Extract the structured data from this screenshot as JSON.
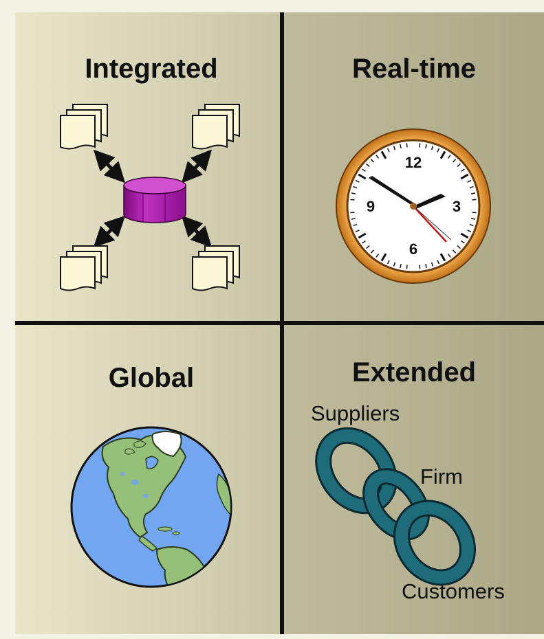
{
  "panels": [
    {
      "title": "Integrated",
      "icon": "database-network-icon"
    },
    {
      "title": "Real-time",
      "icon": "clock-icon"
    },
    {
      "title": "Global",
      "icon": "globe-icon"
    },
    {
      "title": "Extended",
      "icon": "chain-icon"
    }
  ],
  "clock": {
    "numerals": [
      "12",
      "3",
      "6",
      "9"
    ]
  },
  "chain": {
    "labels": [
      "Suppliers",
      "Firm",
      "Customers"
    ]
  },
  "colors": {
    "panel_light": "#e8e4c8",
    "panel_dark": "#a8a484",
    "divider": "#111111",
    "database": "#a020a0",
    "document": "#fbf8d8",
    "clock_rim": "#f0a040",
    "second_hand": "#cc1010",
    "ocean": "#72a6f0",
    "land": "#94c07a",
    "chain": "#1e6b7a"
  }
}
